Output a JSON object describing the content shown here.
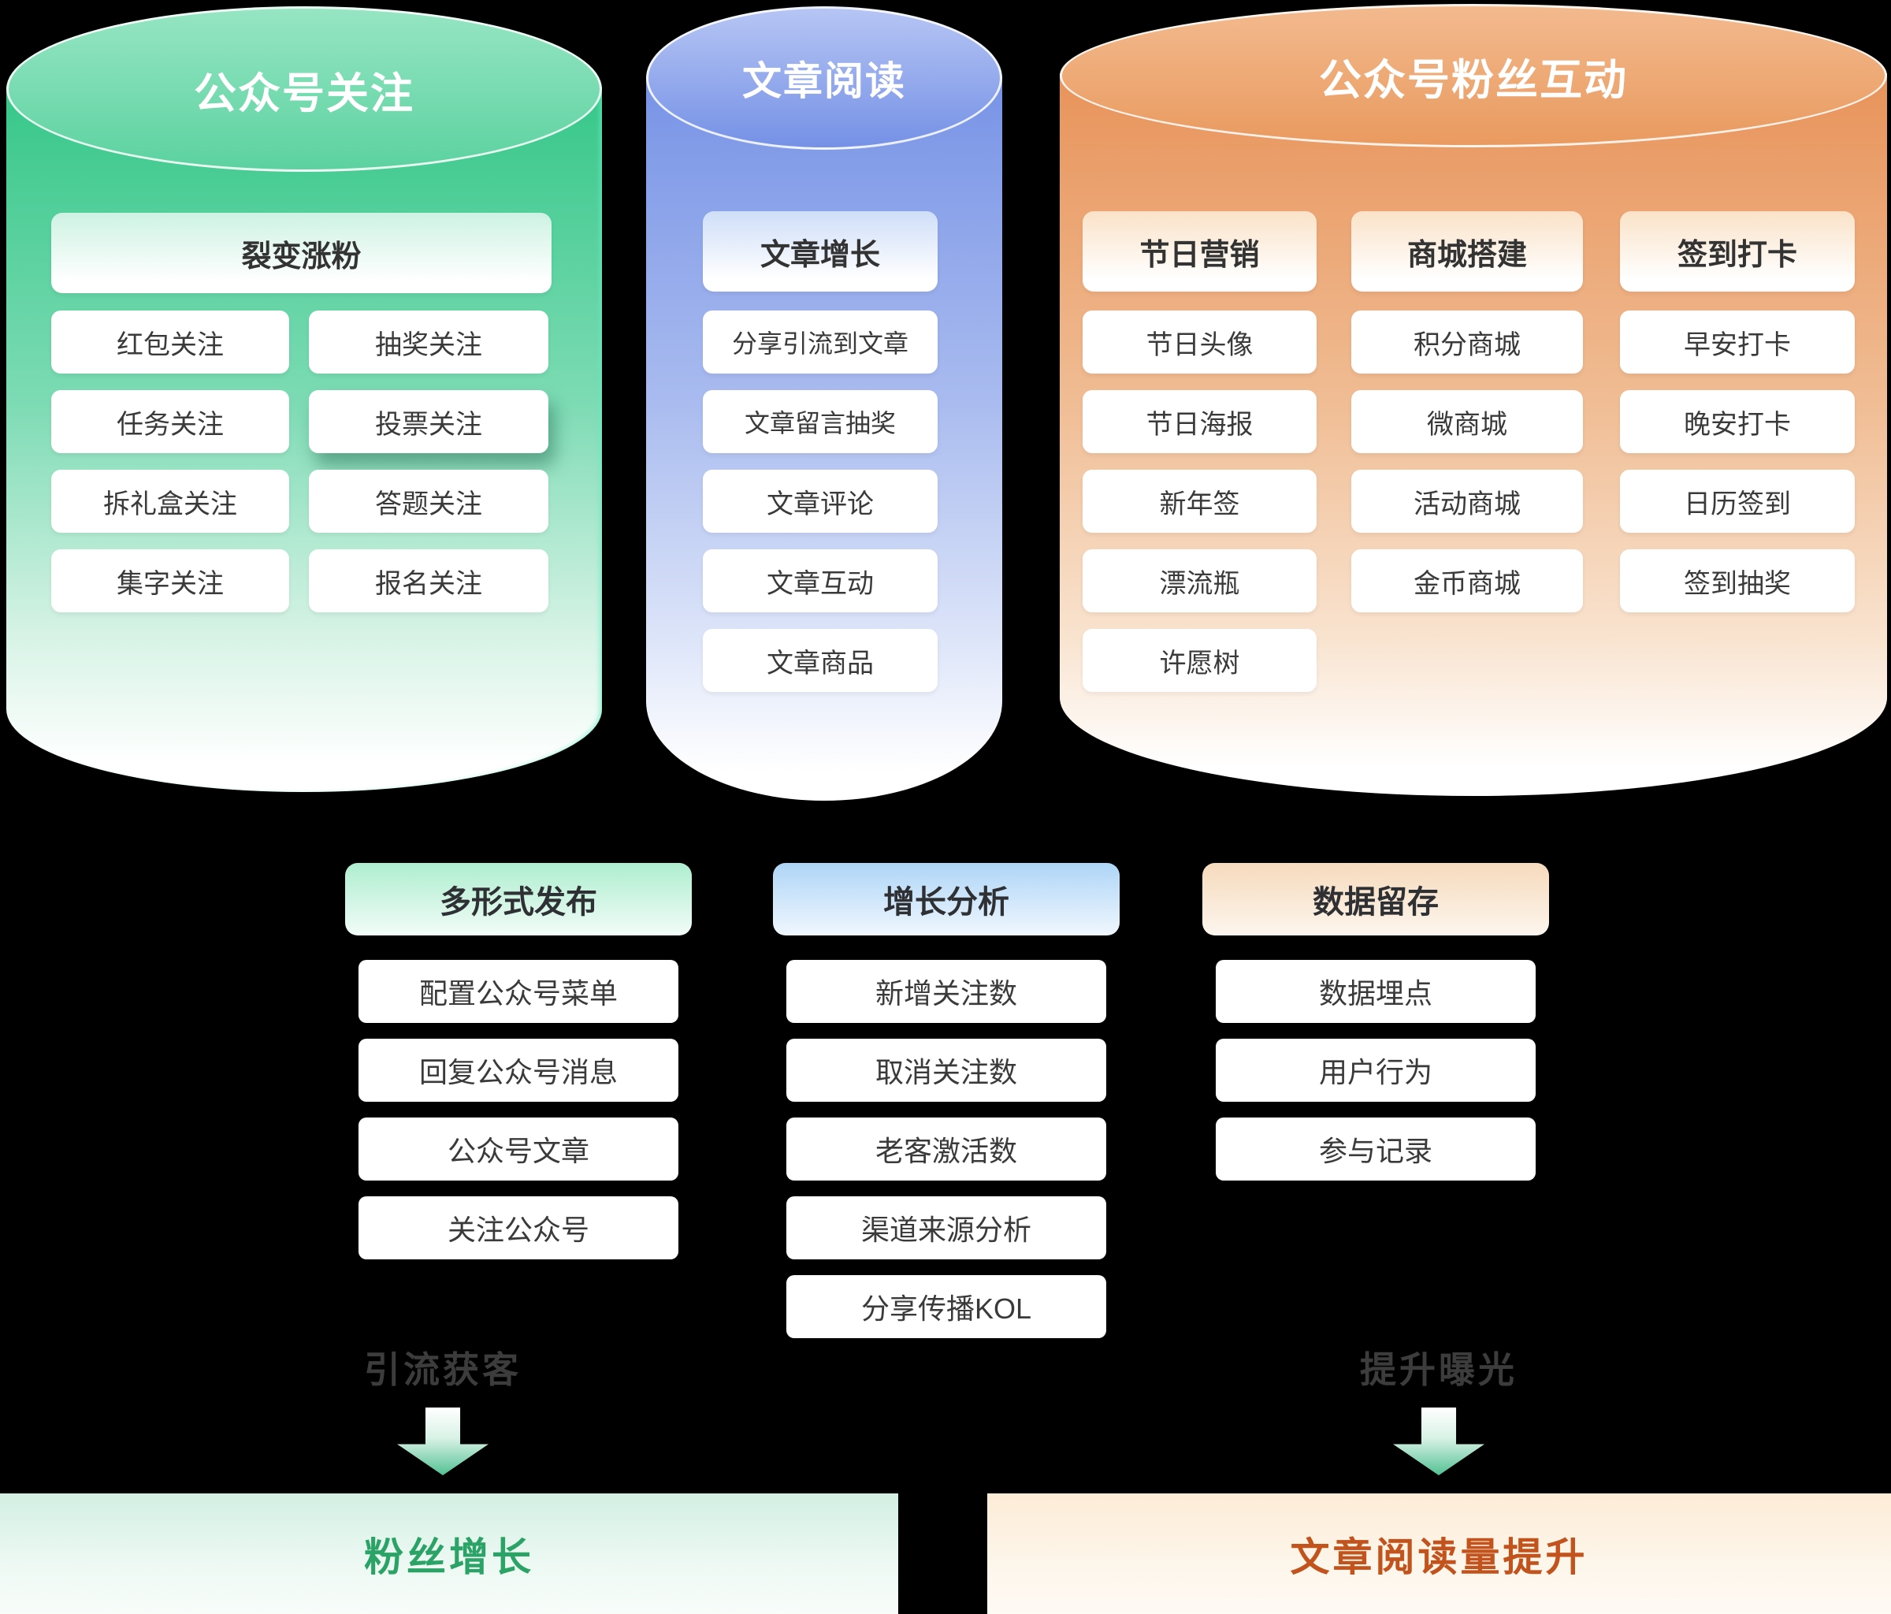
{
  "colors": {
    "background": "#000000",
    "green_accent": "#35c78a",
    "blue_accent": "#7b95e7",
    "orange_accent": "#e8995c",
    "fans_growth_text": "#2ba366",
    "read_growth_text": "#c2531d",
    "flow_label_text": "#3c3c3c",
    "node_text": "#3a3a3a"
  },
  "cylinders": {
    "follow": {
      "title": "公众号关注",
      "header": "裂变涨粉",
      "items_left": [
        "红包关注",
        "任务关注",
        "拆礼盒关注",
        "集字关注"
      ],
      "items_right": [
        "抽奖关注",
        "投票关注",
        "答题关注",
        "报名关注"
      ]
    },
    "read": {
      "title": "文章阅读",
      "header": "文章增长",
      "items": [
        "分享引流到文章",
        "文章留言抽奖",
        "文章评论",
        "文章互动",
        "文章商品"
      ]
    },
    "interact": {
      "title": "公众号粉丝互动",
      "columns": [
        {
          "header": "节日营销",
          "items": [
            "节日头像",
            "节日海报",
            "新年签",
            "漂流瓶",
            "许愿树"
          ]
        },
        {
          "header": "商城搭建",
          "items": [
            "积分商城",
            "微商城",
            "活动商城",
            "金币商城"
          ]
        },
        {
          "header": "签到打卡",
          "items": [
            "早安打卡",
            "晚安打卡",
            "日历签到",
            "签到抽奖"
          ]
        }
      ]
    }
  },
  "middle": [
    {
      "header": "多形式发布",
      "items": [
        "配置公众号菜单",
        "回复公众号消息",
        "公众号文章",
        "关注公众号"
      ]
    },
    {
      "header": "增长分析",
      "items": [
        "新增关注数",
        "取消关注数",
        "老客激活数",
        "渠道来源分析",
        "分享传播KOL"
      ]
    },
    {
      "header": "数据留存",
      "items": [
        "数据埋点",
        "用户行为",
        "参与记录"
      ]
    }
  ],
  "flows": [
    {
      "label": "引流获客",
      "result": "粉丝增长"
    },
    {
      "label": "提升曝光",
      "result": "文章阅读量提升"
    }
  ]
}
